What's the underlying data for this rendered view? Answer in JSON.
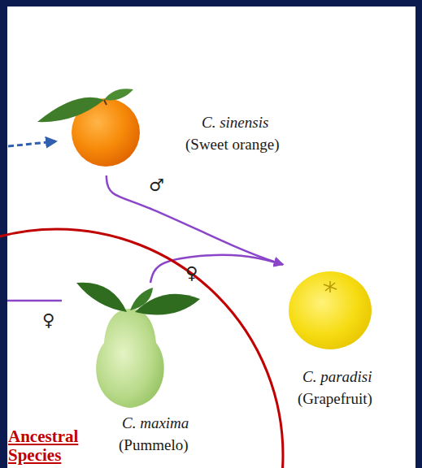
{
  "diagram": {
    "nodes": [
      {
        "text": [
          "C. sinensis",
          "(Sweet orange)"
        ]
      },
      {
        "text": [
          "Ancestral Species"
        ]
      },
      {
        "text": [
          "C. maxima",
          "(Pummelo)"
        ],
        "in": 1
      },
      {
        "text": [
          "C. paradisi",
          "(Grapefruit)"
        ]
      }
    ],
    "edges": [
      {
        "from": 0,
        "to": 3,
        "arrow": "to",
        "label": "♂"
      },
      {
        "from": 2,
        "to": 3,
        "arrow": "to",
        "label": "♀"
      }
    ],
    "labels": [
      "♀"
    ]
  }
}
